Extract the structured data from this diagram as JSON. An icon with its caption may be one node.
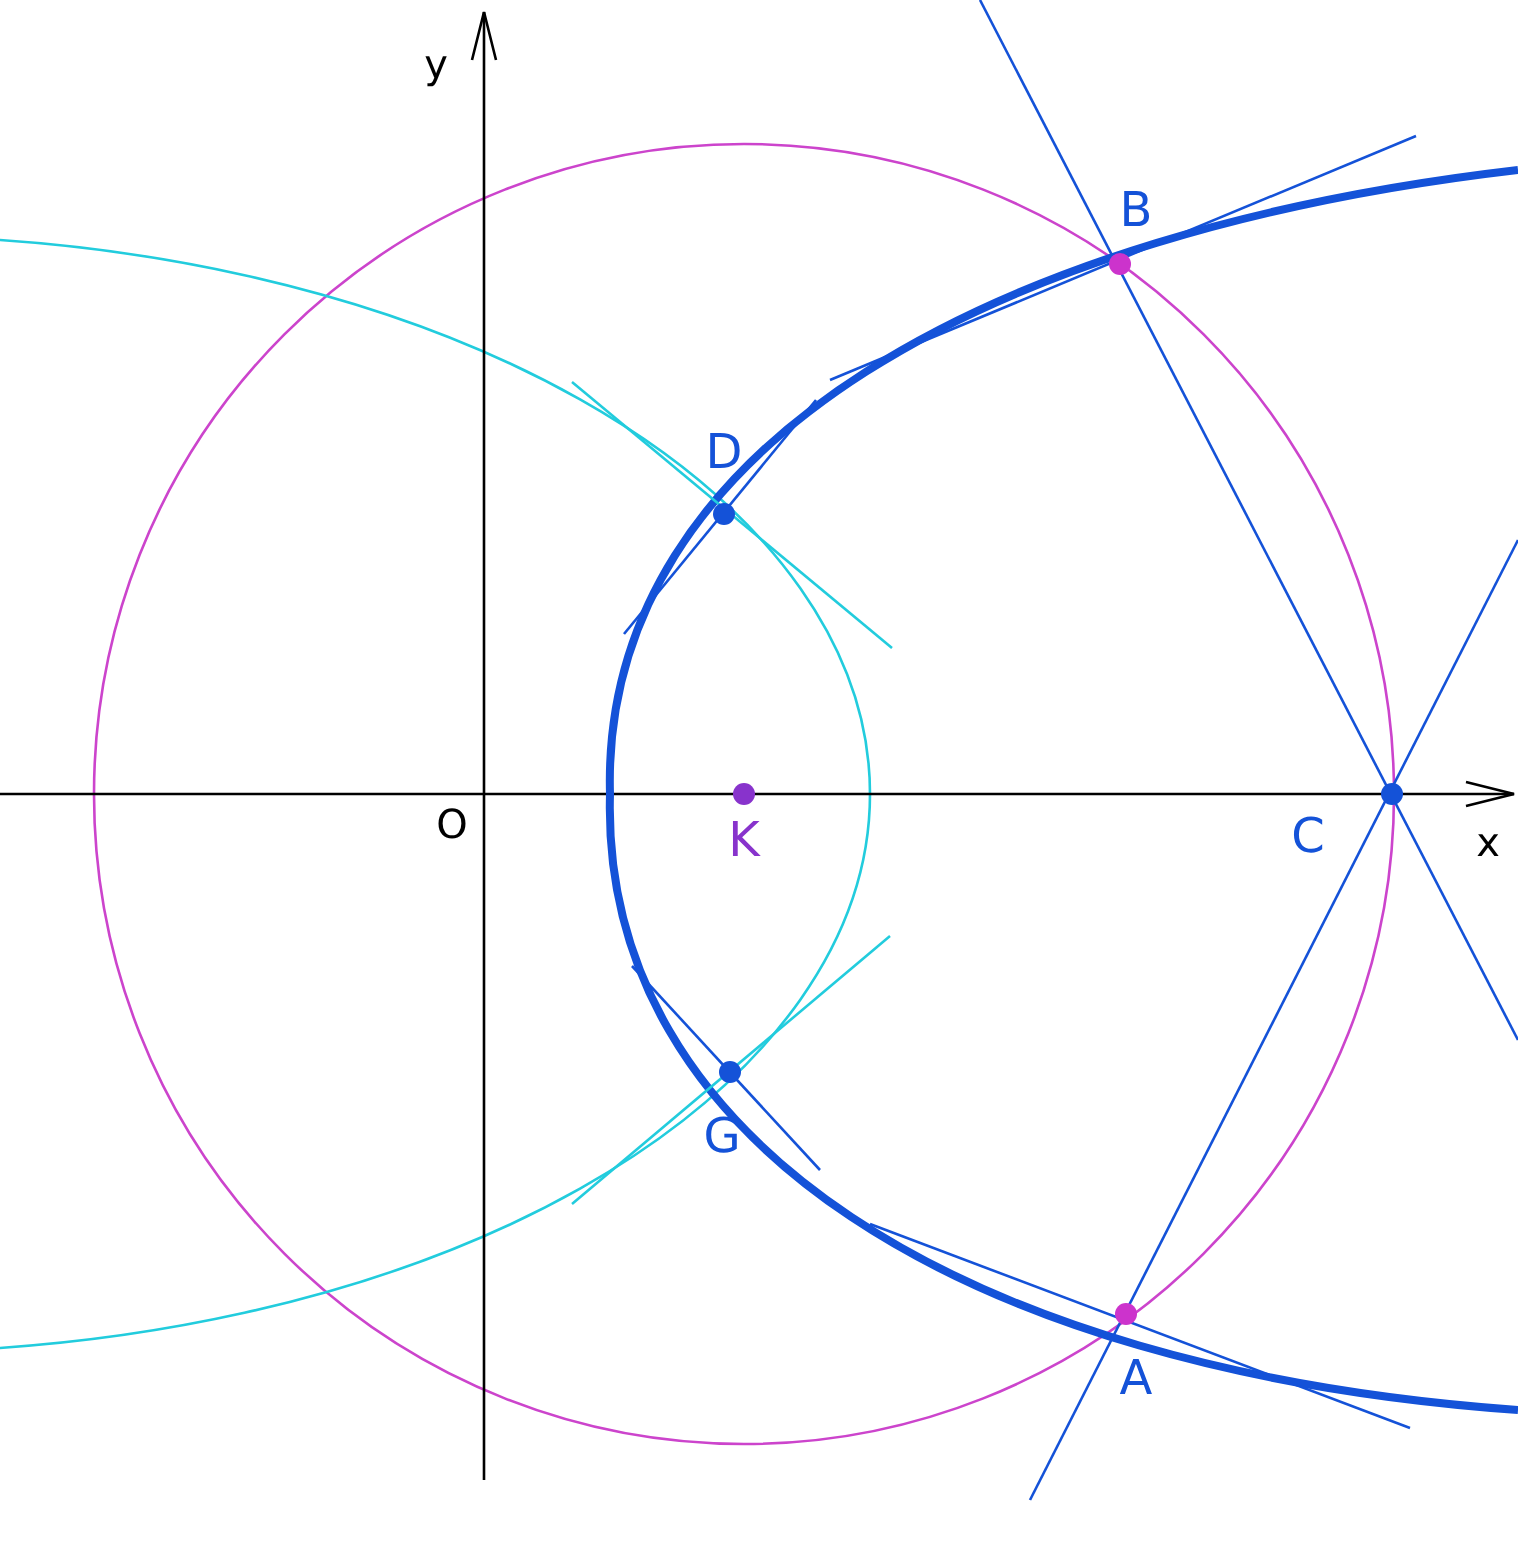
{
  "diagram": {
    "labels": [
      "y",
      "B",
      "D",
      "O",
      "K",
      "C",
      "x",
      "G",
      "A"
    ]
  }
}
